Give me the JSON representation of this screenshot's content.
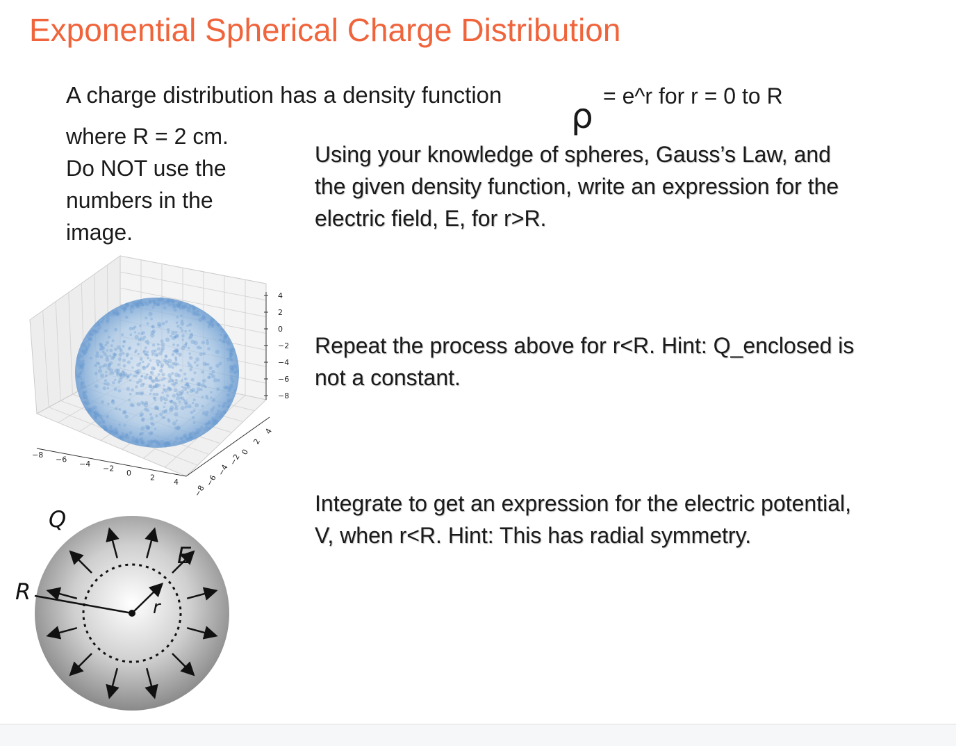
{
  "slide": {
    "title": "Exponential Spherical Charge Distribution",
    "intro": "A charge distribution has a density function",
    "rho_symbol": "ρ",
    "density_equation": "= e^r for r = 0 to R",
    "left_notes": [
      "where R = 2 cm.",
      "Do NOT use the",
      "numbers in the",
      "image."
    ],
    "questions": [
      {
        "lines": [
          "Using your knowledge of spheres, Gauss’s Law, and",
          "the given density function, write an expression for the",
          "electric field, E, for r>R."
        ]
      },
      {
        "lines": [
          "Repeat the process above for r<R. Hint: Q_enclosed is",
          "not a constant."
        ]
      },
      {
        "lines": [
          "Integrate to get an expression for the electric potential,",
          "V, when r<R. Hint: This has radial symmetry."
        ]
      }
    ]
  },
  "plot3d": {
    "x_ticks": [
      "−8",
      "−6",
      "−4",
      "−2",
      "0",
      "2",
      "4"
    ],
    "y_ticks": [
      "−8",
      "−6",
      "−4",
      "−2",
      "0",
      "2",
      "4"
    ],
    "z_ticks": [
      "4",
      "2",
      "0",
      "−2",
      "−4",
      "−6",
      "−8"
    ],
    "point_color": "#6a9bd0"
  },
  "diagram": {
    "label_q": "Q",
    "label_e": "E",
    "label_r_outer": "R",
    "label_r_inner": "r"
  },
  "colors": {
    "title": "#f0643c",
    "text": "#1a1a1a"
  }
}
